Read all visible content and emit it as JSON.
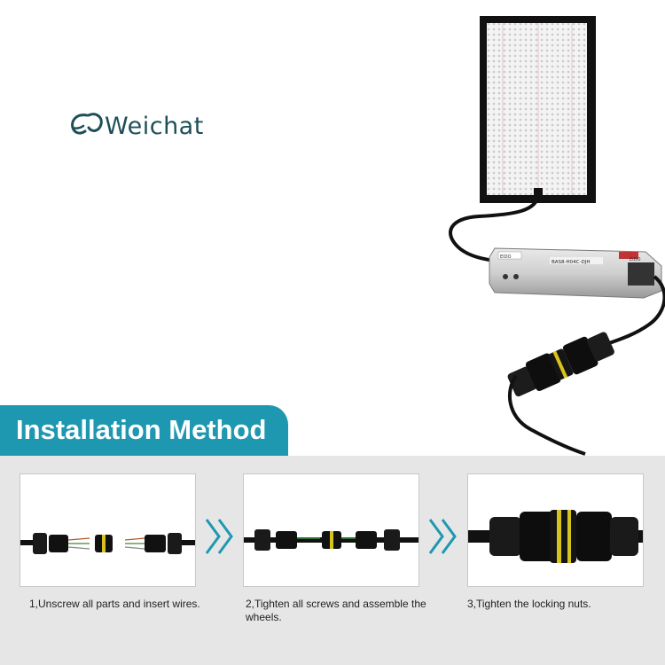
{
  "brand": {
    "name": "Weichat",
    "color": "#1e4f58"
  },
  "banner": {
    "title": "Installation Method",
    "color": "#1e98b0"
  },
  "steps": [
    {
      "caption": "1,Unscrew all parts and insert wires."
    },
    {
      "caption": "2,Tighten all screws and assemble the wheels."
    },
    {
      "caption": "3,Tighten the locking nuts."
    }
  ],
  "product": {
    "driver_label": "EIDO",
    "driver_model": "BAS8-H04C-DJH",
    "driver_label_right": "EIDO"
  },
  "icons": [
    "logo-mark-icon",
    "chevron-right-icon"
  ],
  "colors": {
    "accent": "#1e98b0",
    "panel": "#e6e6e6",
    "connector_stripe": "#d8c21e"
  }
}
